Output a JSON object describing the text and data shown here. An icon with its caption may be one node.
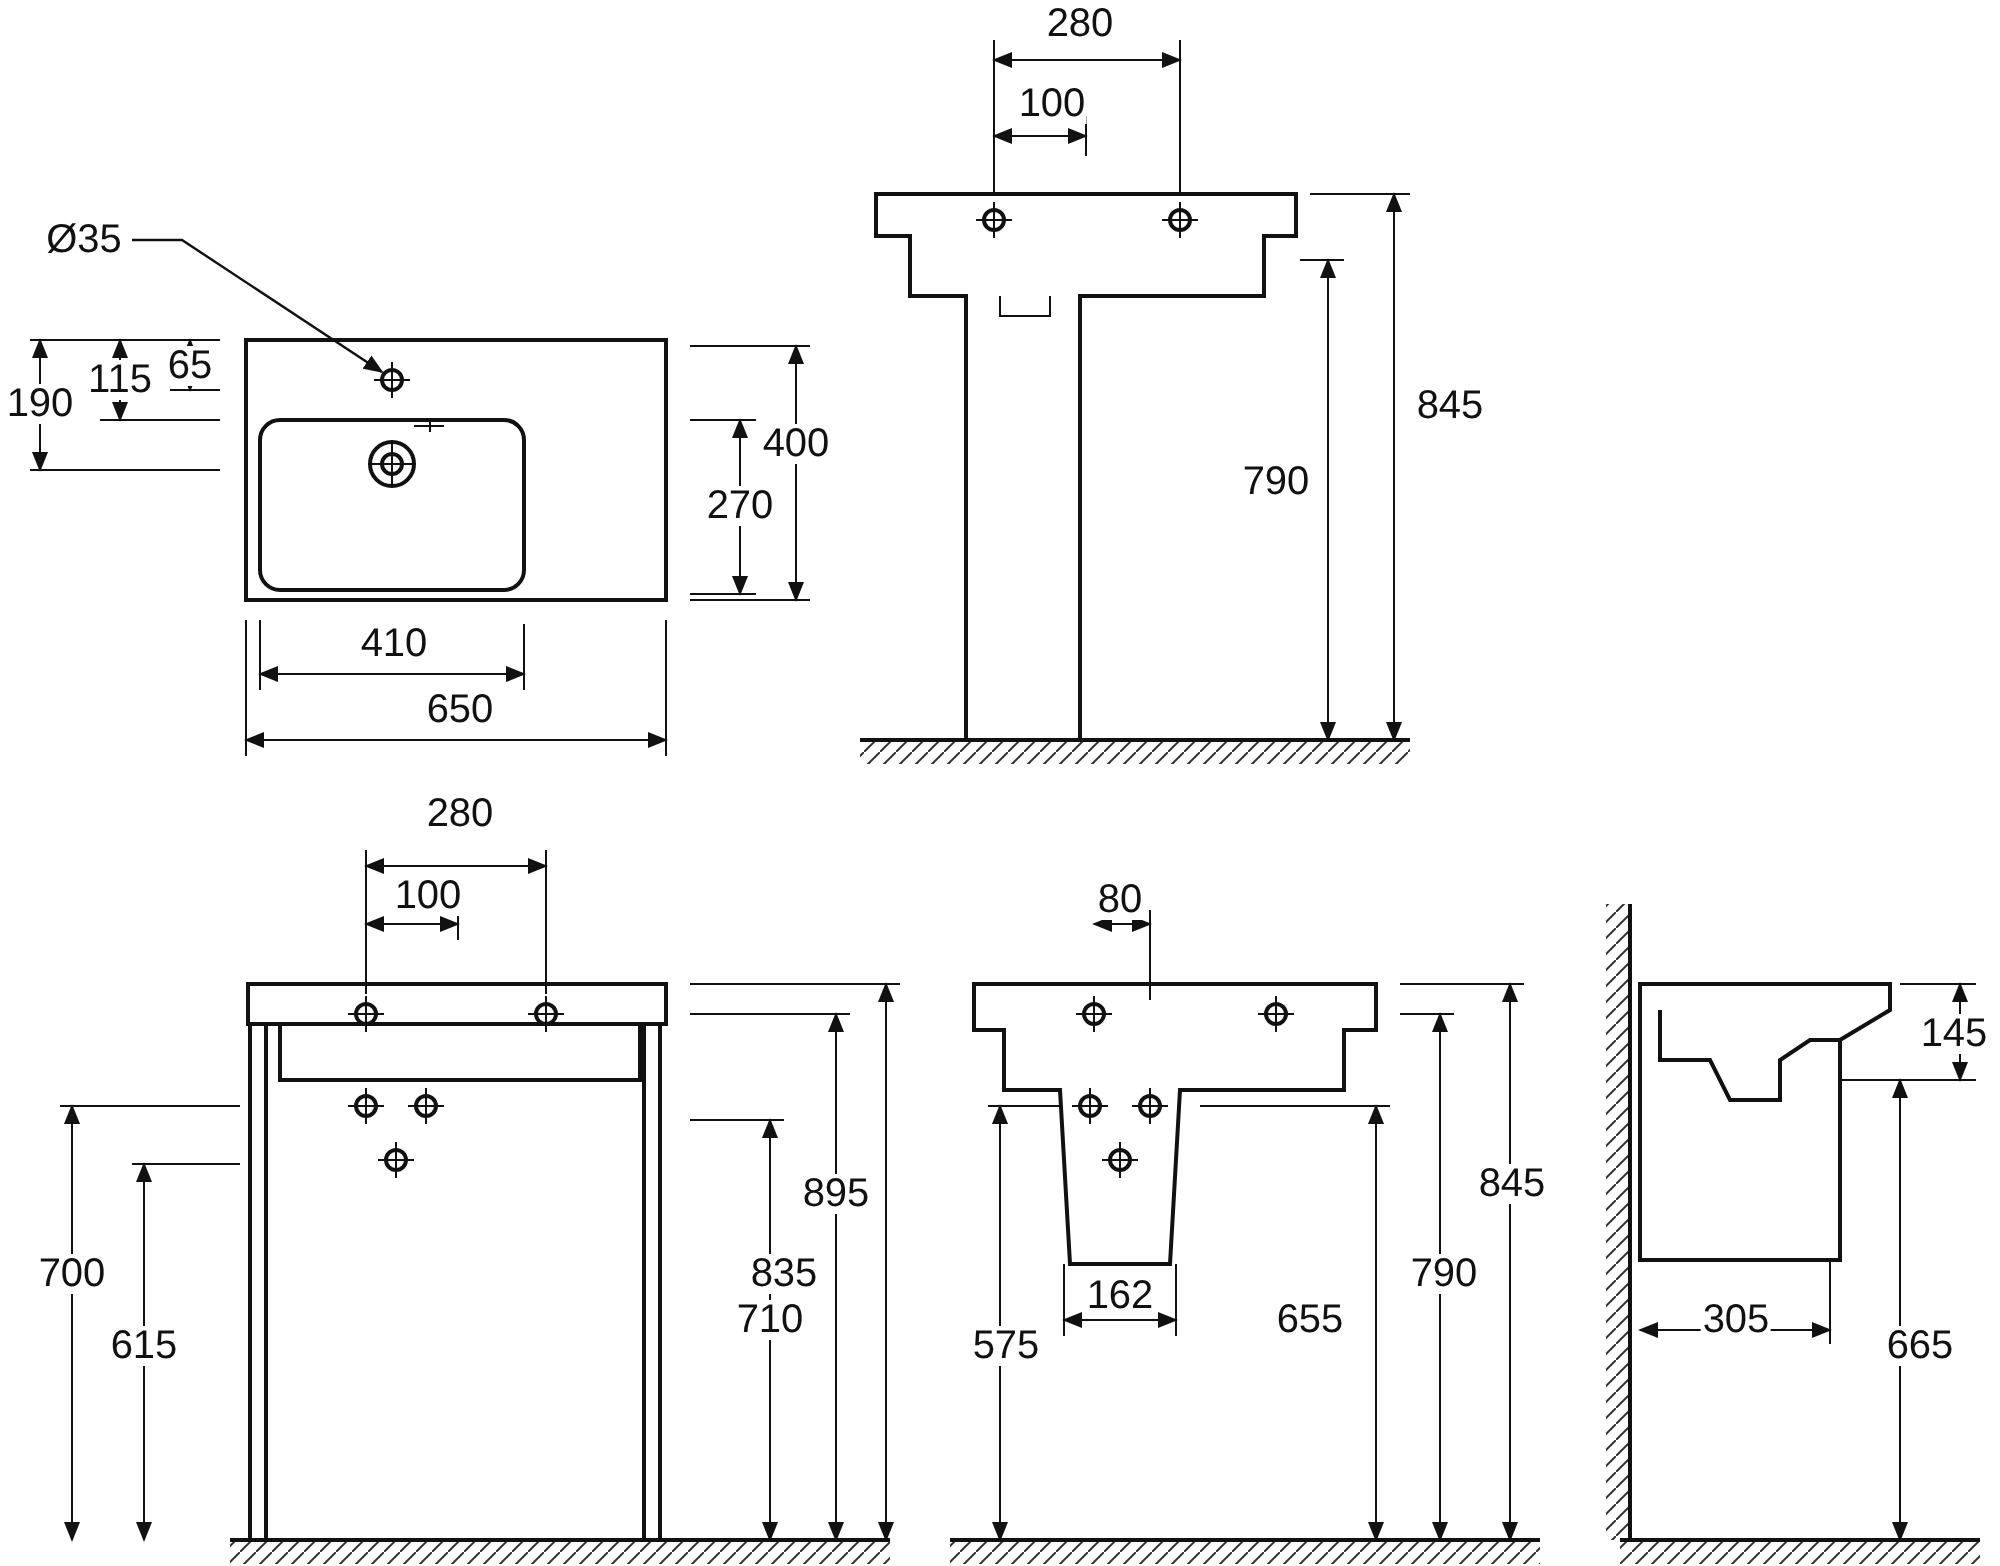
{
  "diagram": {
    "nodes": [
      {
        "text": [
          "Ø35"
        ]
      },
      {
        "text": [],
        "shape": "circle"
      }
    ],
    "edges": [
      {
        "from": 0,
        "to": 1,
        "arrow": "to"
      }
    ],
    "labels": [
      "280",
      "100",
      "190",
      "115",
      "65",
      "400",
      "270",
      "410",
      "650",
      "845",
      "790",
      "280",
      "100",
      "895",
      "700",
      "615",
      "835",
      "710",
      "80",
      "845",
      "790",
      "575",
      "655",
      "162",
      "145",
      "305",
      "665"
    ]
  }
}
